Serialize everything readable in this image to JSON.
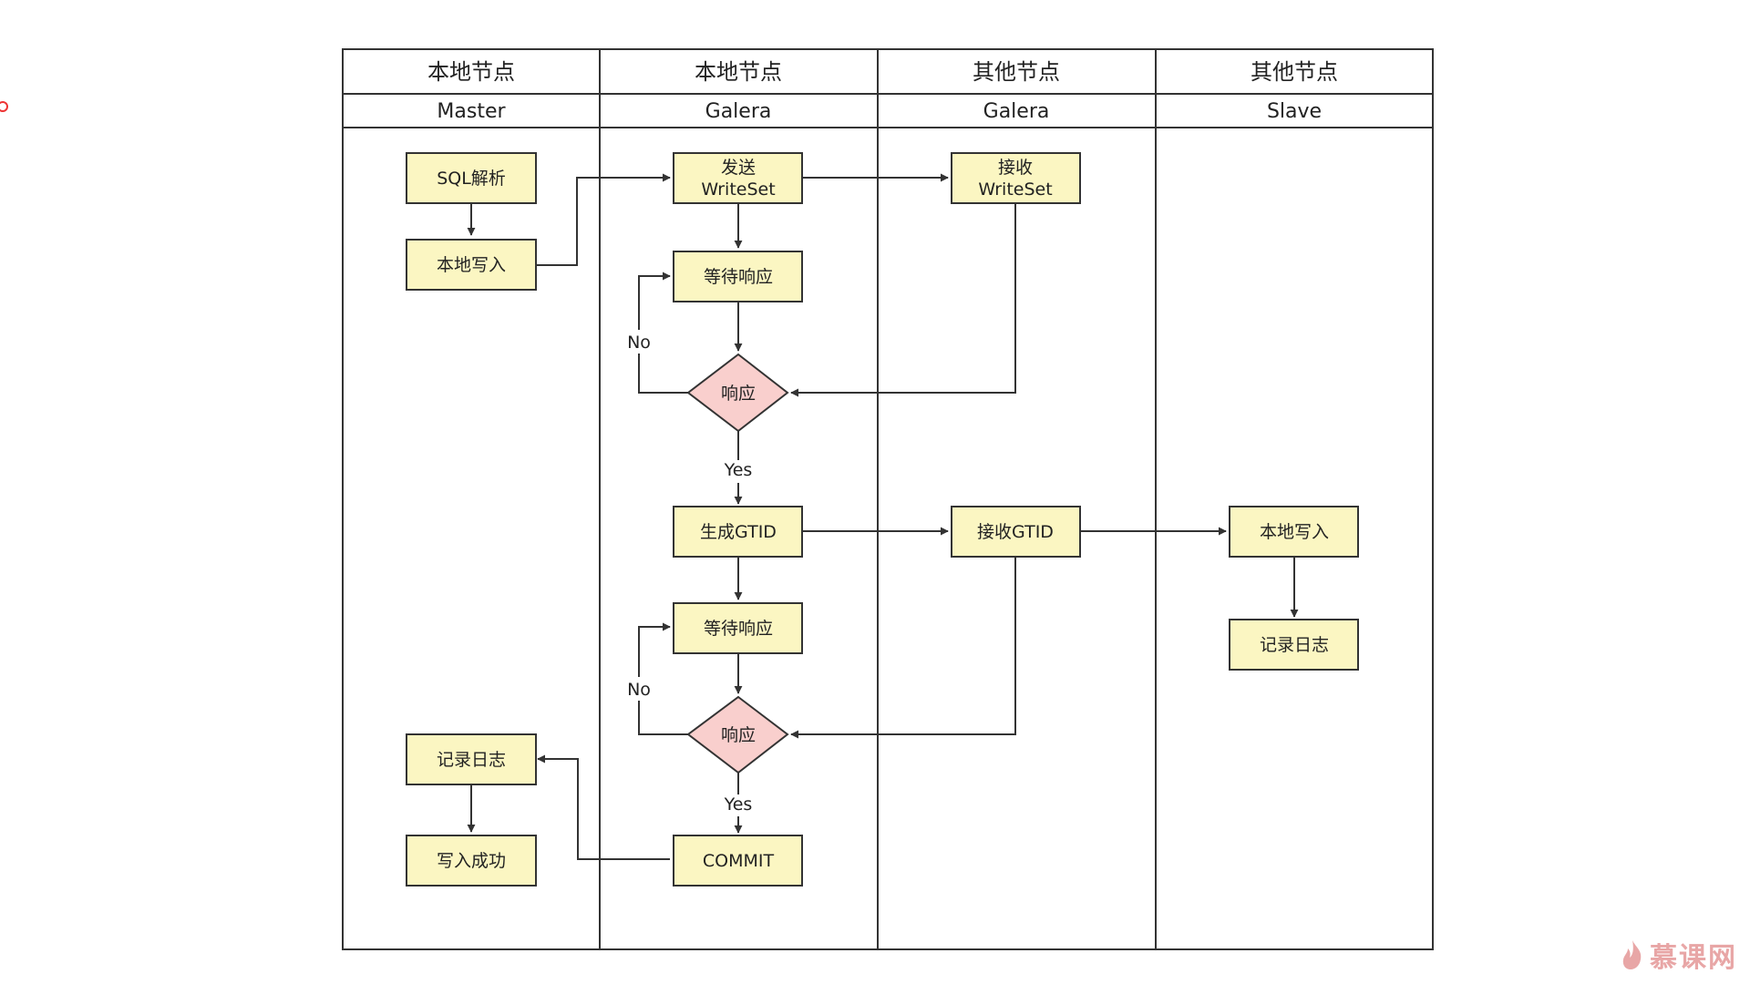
{
  "lanes": [
    {
      "header": "本地节点",
      "sub": "Master"
    },
    {
      "header": "本地节点",
      "sub": "Galera"
    },
    {
      "header": "其他节点",
      "sub": "Galera"
    },
    {
      "header": "其他节点",
      "sub": "Slave"
    }
  ],
  "nodes": {
    "sql_parse": {
      "label": "SQL解析"
    },
    "local_write_master": {
      "label": "本地写入"
    },
    "send_ws": {
      "label": [
        "发送",
        "WriteSet"
      ]
    },
    "wait_resp_1": {
      "label": "等待响应"
    },
    "resp_1": {
      "label": "响应"
    },
    "recv_ws": {
      "label": [
        "接收",
        "WriteSet"
      ]
    },
    "gen_gtid": {
      "label": "生成GTID"
    },
    "recv_gtid": {
      "label": "接收GTID"
    },
    "local_write_slave": {
      "label": "本地写入"
    },
    "log_slave": {
      "label": "记录日志"
    },
    "wait_resp_2": {
      "label": "等待响应"
    },
    "resp_2": {
      "label": "响应"
    },
    "commit": {
      "label": "COMMIT"
    },
    "log_master": {
      "label": "记录日志"
    },
    "write_ok": {
      "label": "写入成功"
    }
  },
  "edge_labels": {
    "no_1": "No",
    "yes_1": "Yes",
    "no_2": "No",
    "yes_2": "Yes"
  },
  "colors": {
    "process_fill": "#fbf6c2",
    "decision_fill": "#f9cfcd",
    "stroke": "#333333"
  },
  "watermark": {
    "text": "慕课网",
    "icon": "flame-logo-icon"
  }
}
